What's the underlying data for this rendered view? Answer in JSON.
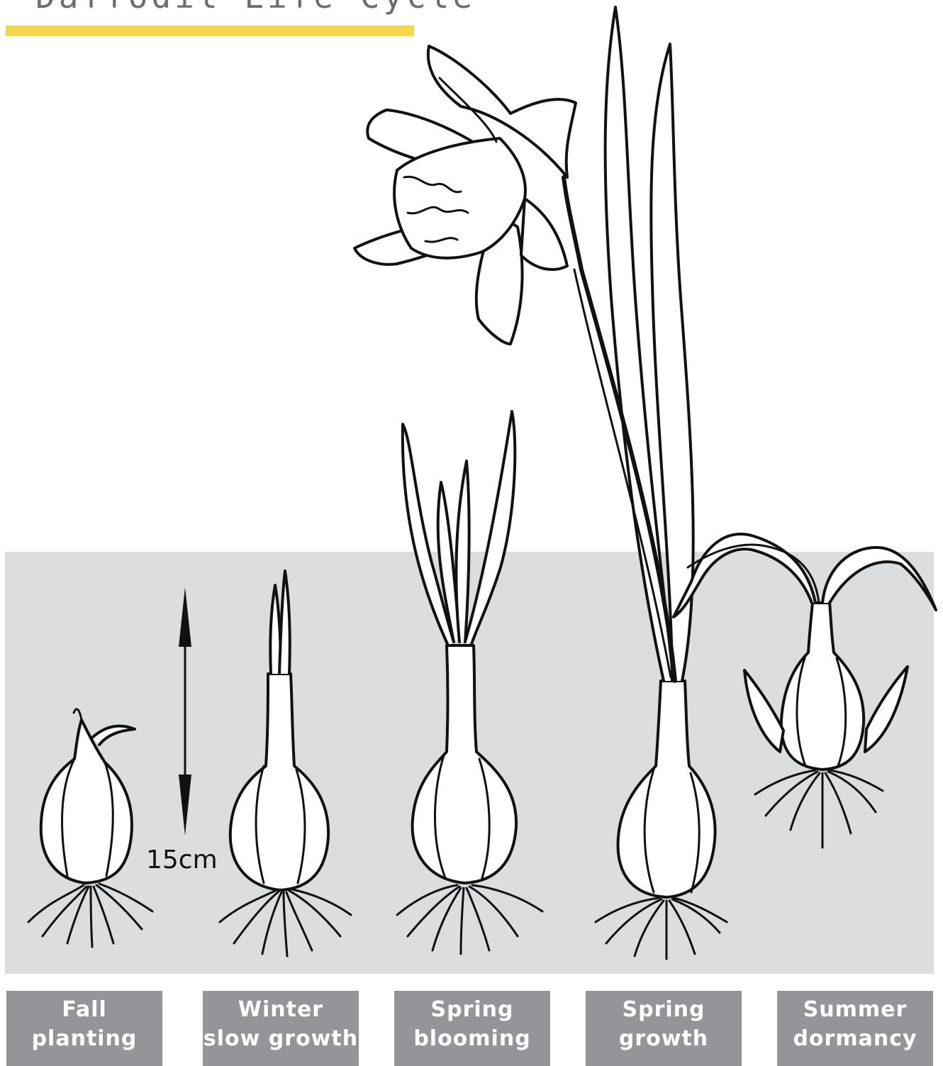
{
  "title": "Daffodil Life Cycle",
  "colors": {
    "accent_bar": "#f7d74a",
    "soil": "#dcdddf",
    "label_bg": "#939598",
    "label_text": "#ffffff",
    "ink": "#111111"
  },
  "measurement": {
    "label": "15cm"
  },
  "stages": [
    {
      "line1": "Fall",
      "line2": "planting"
    },
    {
      "line1": "Winter",
      "line2": "slow growth"
    },
    {
      "line1": "Spring",
      "line2": "blooming"
    },
    {
      "line1": "Spring",
      "line2": "growth"
    },
    {
      "line1": "Summer",
      "line2": "dormancy"
    }
  ]
}
